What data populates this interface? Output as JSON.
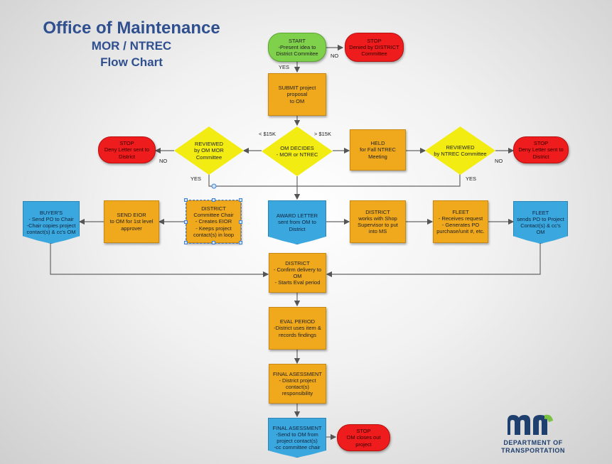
{
  "title": {
    "line1": "Office of Maintenance",
    "line2": "MOR / NTREC",
    "line3": "Flow Chart"
  },
  "nodes": {
    "start": [
      "START",
      "-Present idea to",
      "District Commitee"
    ],
    "stop_top": [
      "STOP",
      "Denied by DISTRICT",
      "Committee"
    ],
    "submit": [
      "SUBMIT project",
      "proposal",
      "to OM"
    ],
    "om_decides": [
      "OM DECIDES",
      "- MOR or NTREC"
    ],
    "reviewed_mor": [
      "REVIEWED",
      "by OM MOR",
      "Committee"
    ],
    "stop_left": [
      "STOP",
      "Deny Letter sent to",
      "District"
    ],
    "held": [
      "HELD",
      "for Fall NTREC",
      "Meeting"
    ],
    "reviewed_ntrec": [
      "REVIEWED",
      "by NTREC Committee"
    ],
    "stop_right": [
      "STOP",
      "Deny Letter sent to",
      "District"
    ],
    "buyers": [
      "BUYER'S",
      "- Send PO to Chair",
      "-Chair copies project",
      "contact(s) & cc's OM"
    ],
    "send_eior": [
      "SEND EIOR",
      "to OM for 1st level",
      "approver"
    ],
    "district_chair": [
      "DISTRICT",
      "Committee Chair",
      "- Creates EIOR",
      "- Keeps project",
      "contact(s) in loop"
    ],
    "award": [
      "AWARD LETTER",
      "sent from OM to",
      "District"
    ],
    "district_shop": [
      "DISTRICT",
      "works with Shop",
      "Supervisor to put",
      "into MS"
    ],
    "fleet_gen": [
      "FLEET",
      "- Receives request",
      "- Generates PO",
      "purchase/unit #, etc."
    ],
    "fleet_send": [
      "FLEET",
      "sends PO to Project",
      "Contact(s) & cc's",
      "OM"
    ],
    "district_confirm": [
      "DISTRICT",
      "- Confirm delivery to",
      "OM",
      "- Starts Eval period"
    ],
    "eval": [
      "EVAL PERIOD",
      "-District uses item &",
      "records findings"
    ],
    "final1": [
      "FINAL ASESSMENT",
      "- District project",
      "contact(s)",
      "responsibility"
    ],
    "final2": [
      "FINAL ASESSMENT",
      "-Send to OM from",
      "project contact(s)",
      "-cc committee chair"
    ],
    "stop_bottom": [
      "STOP",
      "OM closes out",
      "project"
    ]
  },
  "labels": {
    "no_top": "NO",
    "yes_top": "YES",
    "lt15": "< $15K",
    "gt15": "> $15K",
    "no_left": "NO",
    "yes_left": "YES",
    "no_right": "NO",
    "yes_right": "YES"
  },
  "logo": {
    "line1": "DEPARTMENT OF",
    "line2": "TRANSPORTATION"
  },
  "colors": {
    "orange": "#f0a81c",
    "blue": "#3ba7df",
    "green": "#7fd14b",
    "red": "#ee1c1c",
    "yellow": "#f2ec12",
    "title": "#2f4f8f"
  }
}
